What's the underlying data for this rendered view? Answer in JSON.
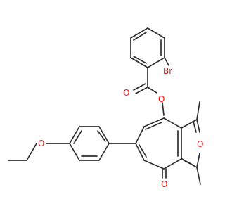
{
  "atoms": {
    "bromine": {
      "text": "Br",
      "color": "#a52a2a"
    },
    "ester_carbonyl_oxygen": {
      "text": "O",
      "color": "#ff0d0d"
    },
    "ester_oxygen": {
      "text": "O",
      "color": "#ff0d0d"
    },
    "ether_oxygen": {
      "text": "O",
      "color": "#ff0d0d"
    },
    "furan_oxygen": {
      "text": "O",
      "color": "#ff0d0d"
    },
    "ketone_oxygen": {
      "text": "O",
      "color": "#ff0d0d"
    }
  },
  "colors": {
    "bond": "#2f2f2f",
    "background": "#ffffff"
  }
}
